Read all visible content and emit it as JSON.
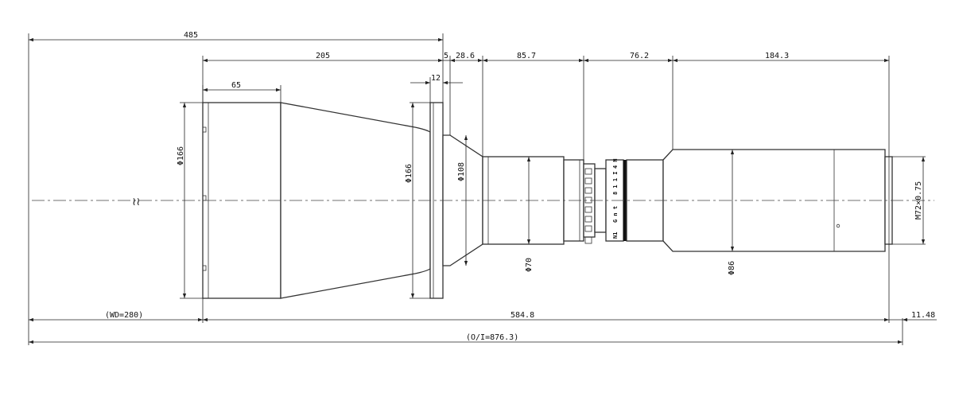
{
  "dimensions": {
    "overall_485": "485",
    "lens_205": "205",
    "front_65": "65",
    "gap_5": "5",
    "flange_12": "12",
    "cone_28_6": "28.6",
    "mid_85_7": "85.7",
    "focus_76_2": "76.2",
    "rear_184_3": "184.3",
    "wd": "(WD=280)",
    "body_584_8": "584.8",
    "back_11_48": "11.48",
    "oi": "(O/I=876.3)"
  },
  "diameters": {
    "front": "Φ166",
    "flange": "Φ166",
    "cone": "Φ108",
    "mid": "Φ70",
    "rear": "Φ86",
    "thread": "M72×0.75"
  },
  "ring_marks": {
    "col_a": "N1",
    "col_b": "G n t",
    "col_c": "8 1 1 I",
    "col_d": "4 N"
  },
  "break_symbol": "≀≀"
}
